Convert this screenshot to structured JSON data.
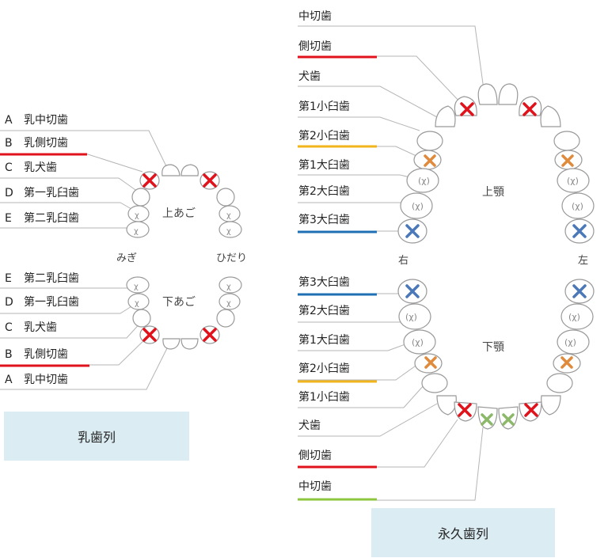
{
  "primary": {
    "upper_labels": [
      {
        "letter": "A",
        "name": "乳中切歯"
      },
      {
        "letter": "B",
        "name": "乳側切歯"
      },
      {
        "letter": "C",
        "name": "乳犬歯"
      },
      {
        "letter": "D",
        "name": "第一乳臼歯"
      },
      {
        "letter": "E",
        "name": "第二乳臼歯"
      }
    ],
    "lower_labels": [
      {
        "letter": "E",
        "name": "第二乳臼歯"
      },
      {
        "letter": "D",
        "name": "第一乳臼歯"
      },
      {
        "letter": "C",
        "name": "乳犬歯"
      },
      {
        "letter": "B",
        "name": "乳側切歯"
      },
      {
        "letter": "A",
        "name": "乳中切歯"
      }
    ],
    "upper_jaw": "上あご",
    "lower_jaw": "下あご",
    "right_side": "みぎ",
    "left_side": "ひだり",
    "caption": "乳歯列"
  },
  "permanent": {
    "upper_labels": [
      "中切歯",
      "側切歯",
      "犬歯",
      "第1小臼歯",
      "第2小臼歯",
      "第1大臼歯",
      "第2大臼歯",
      "第3大臼歯"
    ],
    "lower_labels": [
      "第3大臼歯",
      "第2大臼歯",
      "第1大臼歯",
      "第2小臼歯",
      "第1小臼歯",
      "犬歯",
      "側切歯",
      "中切歯"
    ],
    "upper_jaw": "上顎",
    "lower_jaw": "下顎",
    "right_side": "右",
    "left_side": "左",
    "caption": "永久歯列"
  },
  "colors": {
    "lateral_incisor": "#e0121c",
    "second_premolar": "#f2b41b",
    "third_molar": "#1f6fb5",
    "central_incisor": "#8cc63e",
    "mark_orange": "#e08a3c",
    "mark_blue": "#4a78b8",
    "mark_green": "#8cb86a",
    "caption_bg": "#dcecf3"
  }
}
